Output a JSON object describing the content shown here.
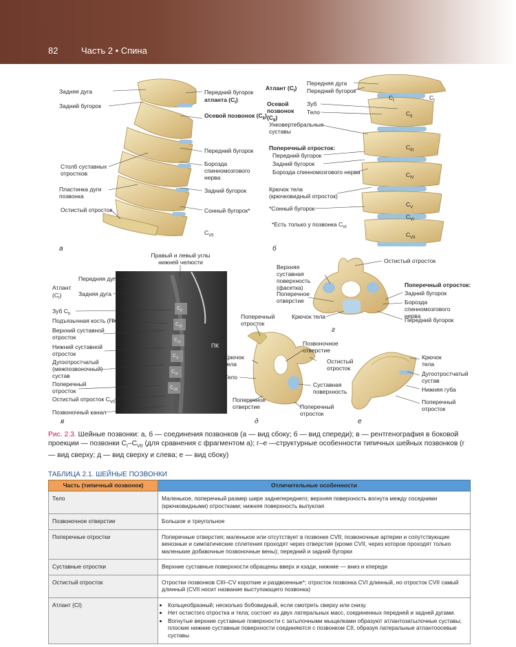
{
  "header": {
    "page_number": "82",
    "part_title": "Часть 2 • Спина"
  },
  "panel_a": {
    "letter": "а",
    "labels_left": [
      "Задняя дуга",
      "Задний бугорок",
      "Столб суставных отростков",
      "Пластинка дуги позвонка",
      "Остистый отросток"
    ],
    "labels_right": [
      "Передний бугорок",
      "атланта (C",
      "I",
      ")",
      "Осевой позвонок (C",
      "II",
      ")",
      "Передний бугорок",
      "Борозда спинномозгового нерва",
      "Задний бугорок",
      "Сонный бугорок*",
      "C",
      "VII"
    ]
  },
  "panel_b": {
    "letter": "б",
    "atlas": "Атлант (C",
    "atlas_sub": "I",
    "atlas_close": ")",
    "atlas_parts": [
      "Передняя дуга",
      "Передний бугорок"
    ],
    "axis": "Осевой позвонок (C",
    "axis_sub": "II",
    "axis_close": ")",
    "axis_parts": [
      "Зуб",
      "Тело"
    ],
    "uncovertebral": "Унковертебральные суставы",
    "transverse_title": "Поперечный отросток:",
    "transverse_parts": [
      "Передний бугорок",
      "Задний бугорок",
      "Борозда спинномозгового нерва"
    ],
    "uncinate": "Крючок тела (крючковидный отросток)",
    "carotid": "*Сонный бугорок",
    "note": "*Есть только у позвонка C",
    "note_sub": "VI",
    "vert_labels": [
      "C",
      "I",
      "C",
      "I",
      "C",
      "II",
      "C",
      "III",
      "C",
      "IV",
      "C",
      "V",
      "C",
      "VI",
      "C",
      "VII"
    ]
  },
  "panel_v": {
    "letter": "в",
    "top_label": "Правый и левый углы нижней челюсти",
    "atlas": "Атлант",
    "atlas_sub": "(C",
    "atlas_sub2": "I",
    "atlas_close": ")",
    "atlas_parts": [
      "Передняя дуга",
      "Задняя дуга"
    ],
    "dens": "Зуб C",
    "dens_sub": "II",
    "labels": [
      "Подъязычная кость (ПК)",
      "Верхний суставной отросток",
      "Нижний суставной отросток",
      "Дугоотростчатый (межпозвоночный) сустав",
      "Поперечный отросток",
      "Остистый отросток C",
      "VII",
      "Позвоночный канал"
    ],
    "pk": "ПК",
    "vert_labels": [
      "C",
      "II",
      "C",
      "III",
      "C",
      "IV",
      "C",
      "V",
      "C",
      "VI",
      "C",
      "VII"
    ]
  },
  "panel_g": {
    "letter": "г",
    "spinous": "Остистый отросток",
    "upper_facet": "Верхняя суставная поверхность (фасетка)",
    "trans_foramen": "Поперечное отверстие",
    "body": "Крючок тела",
    "transverse_title": "Поперечный отросток:",
    "transverse_parts": [
      "Задний бугорок",
      "Борозда спинномозгового нерва",
      "Передний бугорок"
    ]
  },
  "panel_d": {
    "letter": "д",
    "labels": [
      "Поперечный отросток",
      "Позвоночное отверстие",
      "Крючок тела",
      "Остистый отросток",
      "Тело",
      "Суставная поверхность",
      "Поперечное отверстие",
      "Поперечный отросток"
    ]
  },
  "panel_e": {
    "letter": "е",
    "labels": [
      "Крючок тела",
      "Дугоотростчатый сустав",
      "Нижняя губа",
      "Поперечный отросток"
    ]
  },
  "caption": {
    "fig_no": "Рис. 2.3.",
    "text": "Шейные позвонки: а, б — соединения позвонков (а — вид сбоку; б — вид спереди); в — рентгенография в боковой проекции — позвонки C",
    "sub1": "I",
    "mid": "–C",
    "sub2": "VII",
    "text2": " (для сравнения с фрагментом а); г–е —структурные особенности типичных шейных позвонков (г — вид сверху; д — вид сверху и слева; е — вид сбоку)"
  },
  "table": {
    "title_prefix": "ТАБЛИЦА 2.1.",
    "title": "ШЕЙНЫЕ ПОЗВОНКИ",
    "headers": [
      "Часть (типичный позвонок)",
      "Отличительные особенности"
    ],
    "rows": [
      {
        "part": "Тело",
        "desc": "Маленькое, поперечный размер шире заднепереднего; верхняя поверхность вогнута между соседними (крючковидными) отростками; нижняя поверхность выпуклая"
      },
      {
        "part": "Позвоночное отверстие",
        "desc": "Большое и треугольное"
      },
      {
        "part": "Поперечные отростки",
        "desc": "Поперечные отверстия; маленькое или отсутствует в позвонке CVII; позвоночные артерии и сопутствующие венозные и симпатические сплетения проходят через отверстия (кроме CVII, через которое проходят только маленькие добавочные позвоночные вены); передний и задний бугорки"
      },
      {
        "part": "Суставные отростки",
        "desc": "Верхние суставные поверхности обращены вверх и кзади, нижние — вниз и кпереди"
      },
      {
        "part": "Остистый отросток",
        "desc": "Отростки позвонков CIII–CV короткие и раздвоенные*; отросток позвонка CVI длинный, но отросток CVII самый длинный (CVII носит название выступающего позвонка)"
      },
      {
        "part": "Атлант (CI)",
        "bullets": [
          "Кольцеобразный; несколько бобовидный, если смотреть сверху или снизу.",
          "Нет остистого отростка и тела; состоит из двух латеральных масс, соединенных передней и задней дугами.",
          "Вогнутые верхние суставные поверхности с затылочными мыщелками образуют атлантозатылочные суставы; плоские нижние суставные поверхности соединяются с позвонком CII, образуя латеральные атлантоосевые суставы"
        ]
      }
    ]
  },
  "colors": {
    "bone": "#ead9a6",
    "bone_dark": "#c9ab6a",
    "cartilage": "#9dc3df",
    "xray": "#3b3b3b",
    "header": "#7a4535",
    "table_head1": "#f0a058",
    "table_head2": "#5b9bd5",
    "caption_accent": "#c2185b"
  }
}
